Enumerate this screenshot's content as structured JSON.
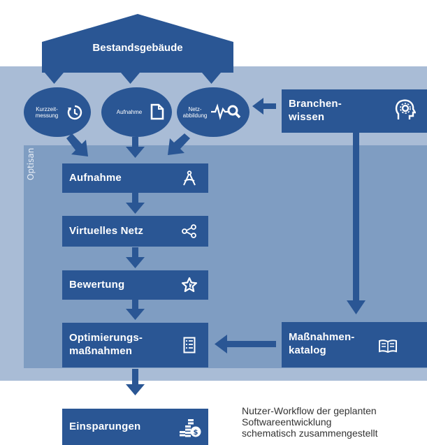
{
  "colors": {
    "dark": "#2a5694",
    "band": "#a9bcd6",
    "inner": "#7f9dc2"
  },
  "roof": {
    "label": "Bestandsgebäude"
  },
  "optisan_label": "Optisan",
  "inputs": {
    "kurzzeit": {
      "line1": "Kurzzeit-",
      "line2": "messung",
      "icon": "clock-icon"
    },
    "aufnahme": {
      "label": "Aufnahme",
      "icon": "document-icon"
    },
    "netz": {
      "line1": "Netz-",
      "line2": "abbildung",
      "icon": "pulse-search-icon"
    }
  },
  "branchen": {
    "line1": "Branchen-",
    "line2": "wissen",
    "icon": "gear-head-icon"
  },
  "steps": {
    "aufnahme": {
      "label": "Aufnahme",
      "icon": "compass-icon"
    },
    "netz": {
      "label": "Virtuelles Netz",
      "icon": "share-icon"
    },
    "bewertung": {
      "label": "Bewertung",
      "icon": "star-icon"
    },
    "optimierung": {
      "line1": "Optimierungs-",
      "line2": "maßnahmen",
      "icon": "checklist-icon"
    }
  },
  "katalog": {
    "line1": "Maßnahmen-",
    "line2": "katalog",
    "icon": "book-icon"
  },
  "einsparungen": {
    "label": "Einsparungen",
    "icon": "coins-icon"
  },
  "caption": {
    "line1": "Nutzer-Workflow der geplanten",
    "line2": "Softwareentwicklung",
    "line3": "schematisch zusammengestellt"
  }
}
